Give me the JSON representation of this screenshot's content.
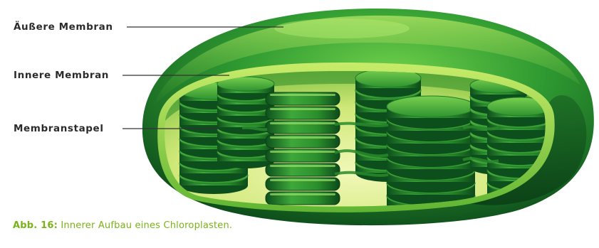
{
  "labels": {
    "outer_membrane": "Äußere Membran",
    "inner_membrane": "Innere Membran",
    "membrane_stack": "Membranstapel"
  },
  "caption": {
    "prefix": "Abb. 16:",
    "text": "Innerer Aufbau eines Chloroplasten."
  },
  "colors": {
    "outer_dark": "#0c4a1a",
    "outer_mid": "#2f9a31",
    "outer_light": "#8fd24a",
    "stroma": "#d8ec7a",
    "grana_dark": "#0f5a20",
    "grana_light": "#4fb83a",
    "caption_green": "#7ab317",
    "label_text": "#2b2b2b",
    "leader_line": "#333333"
  }
}
